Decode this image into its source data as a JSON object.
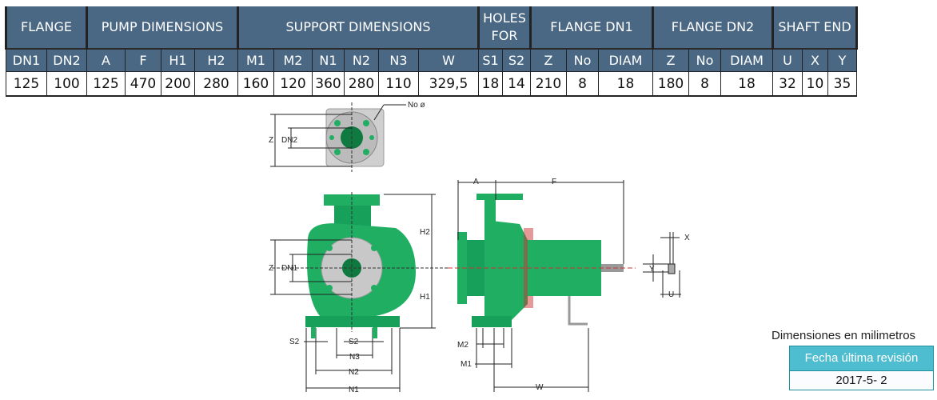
{
  "table": {
    "groups": [
      {
        "label": "FLANGE",
        "span": 2
      },
      {
        "label": "PUMP DIMENSIONS",
        "span": 4
      },
      {
        "label": "SUPPORT DIMENSIONS",
        "span": 6
      },
      {
        "label": "HOLES FOR",
        "span": 2
      },
      {
        "label": "FLANGE DN1",
        "span": 3
      },
      {
        "label": "FLANGE DN2",
        "span": 3
      },
      {
        "label": "SHAFT END",
        "span": 3
      }
    ],
    "columns": [
      "DN1",
      "DN2",
      "A",
      "F",
      "H1",
      "H2",
      "M1",
      "M2",
      "N1",
      "N2",
      "N3",
      "W",
      "S1",
      "S2",
      "Z",
      "No",
      "DIAM",
      "Z",
      "No",
      "DIAM",
      "U",
      "X",
      "Y"
    ],
    "values": [
      "125",
      "100",
      "125",
      "470",
      "200",
      "280",
      "160",
      "120",
      "360",
      "280",
      "110",
      "329,5",
      "18",
      "14",
      "210",
      "8",
      "18",
      "180",
      "8",
      "18",
      "32",
      "10",
      "35"
    ]
  },
  "drawing": {
    "labels": {
      "no_diam": "No ø",
      "z_top": "Z",
      "dn2": "DN2",
      "a": "A",
      "f": "F",
      "h2": "H2",
      "h1": "H1",
      "z_front": "Z",
      "dn1": "DN1",
      "s2_left": "S2",
      "s2_mid": "S2",
      "n3": "N3",
      "n2": "N2",
      "n1": "N1",
      "m2": "M2",
      "m1": "M1",
      "w": "W",
      "x": "X",
      "y": "Y",
      "u": "U"
    },
    "colors": {
      "pump": "#1fae62",
      "pump_dark": "#0e7a40",
      "flange": "#c8c8c8"
    }
  },
  "footer": {
    "units_note": "Dimensiones en milimetros",
    "revision_label": "Fecha última revisión",
    "revision_date": "2017-5- 2"
  }
}
